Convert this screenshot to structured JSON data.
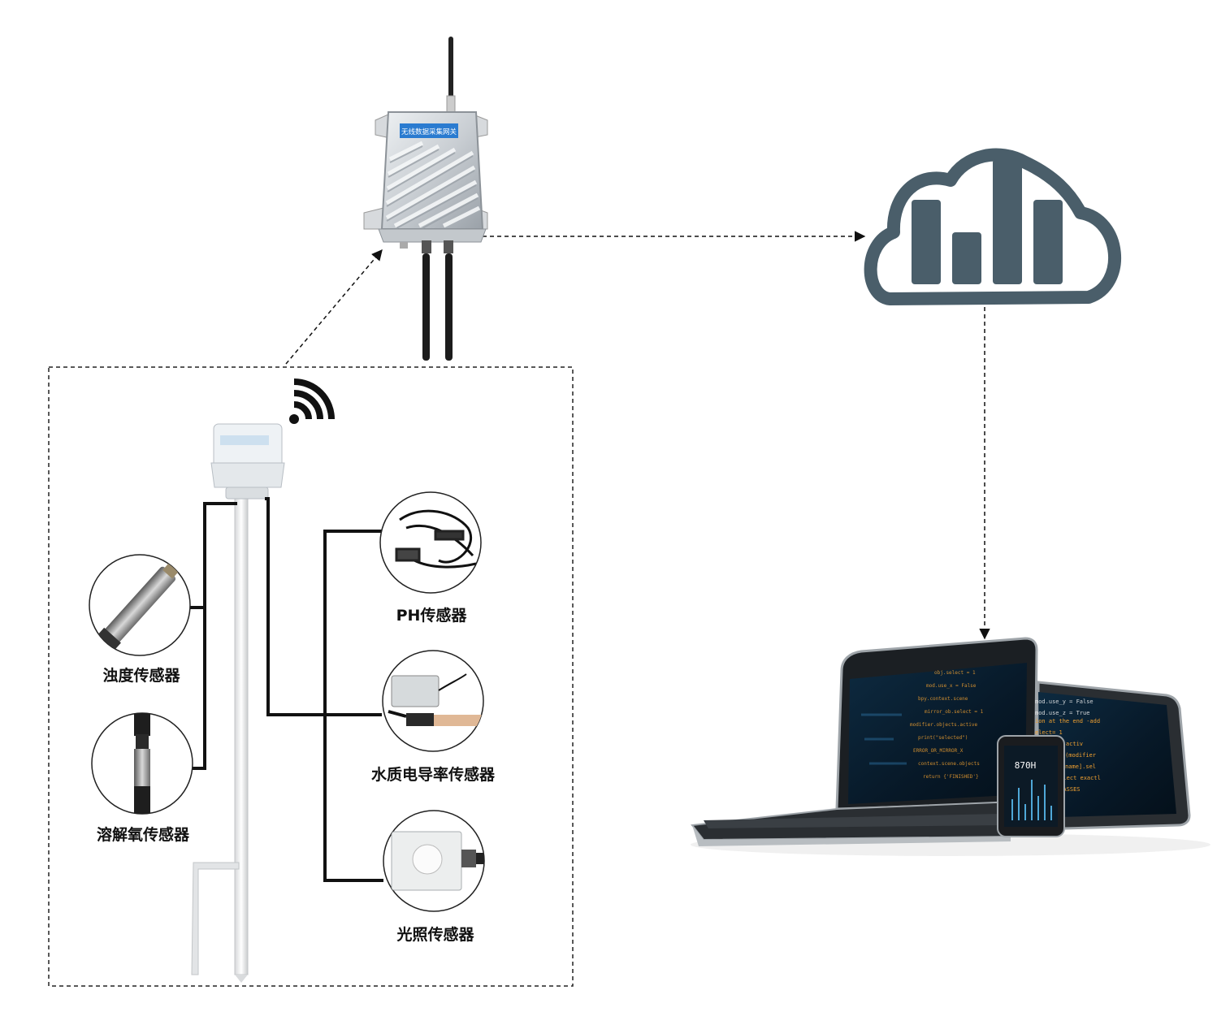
{
  "gateway": {
    "name_plate": "无线数据采集网关"
  },
  "sensors": [
    {
      "key": "turbidity",
      "label": "浊度传感器"
    },
    {
      "key": "dissolved_oxygen",
      "label": "溶解氧传感器"
    },
    {
      "key": "ph",
      "label": "PH传感器"
    },
    {
      "key": "conductivity",
      "label": "水质电导率传感器"
    },
    {
      "key": "light",
      "label": "光照传感器"
    }
  ],
  "phone": {
    "reading": "870H"
  },
  "colors": {
    "cloud": "#4a5e6a",
    "line": "#111111",
    "screen_bg": "#0b2236",
    "code_orange": "#f0a030"
  },
  "icons": [
    "wifi-icon",
    "cloud-chart-icon",
    "gateway-device",
    "laptop",
    "tablet",
    "phone"
  ]
}
